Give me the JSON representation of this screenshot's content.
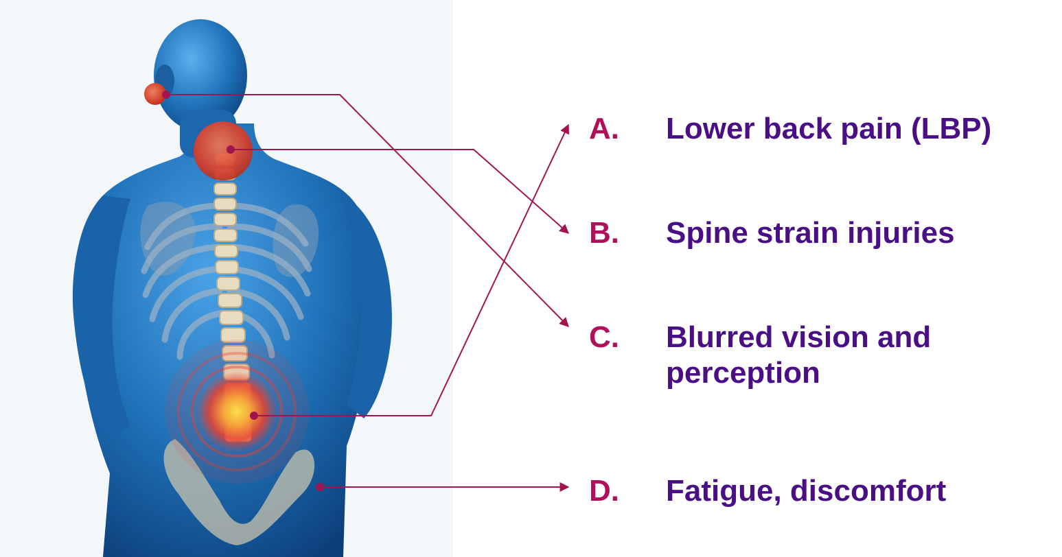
{
  "colors": {
    "letter": "#b0105a",
    "label": "#4b0f85",
    "connector": "#a3144f",
    "body_dark": "#0c3f79",
    "body_mid": "#1e6fb6",
    "body_light": "#4aa2e6",
    "pain_red": "#e8402f",
    "pain_yellow": "#f7e04a"
  },
  "items": [
    {
      "letter": "A.",
      "text": "Lower back pain (LBP)"
    },
    {
      "letter": "B.",
      "text": "Spine strain injuries"
    },
    {
      "letter": "C.",
      "text": "Blurred vision and\nperception"
    },
    {
      "letter": "D.",
      "text": "Fatigue, discomfort"
    }
  ]
}
